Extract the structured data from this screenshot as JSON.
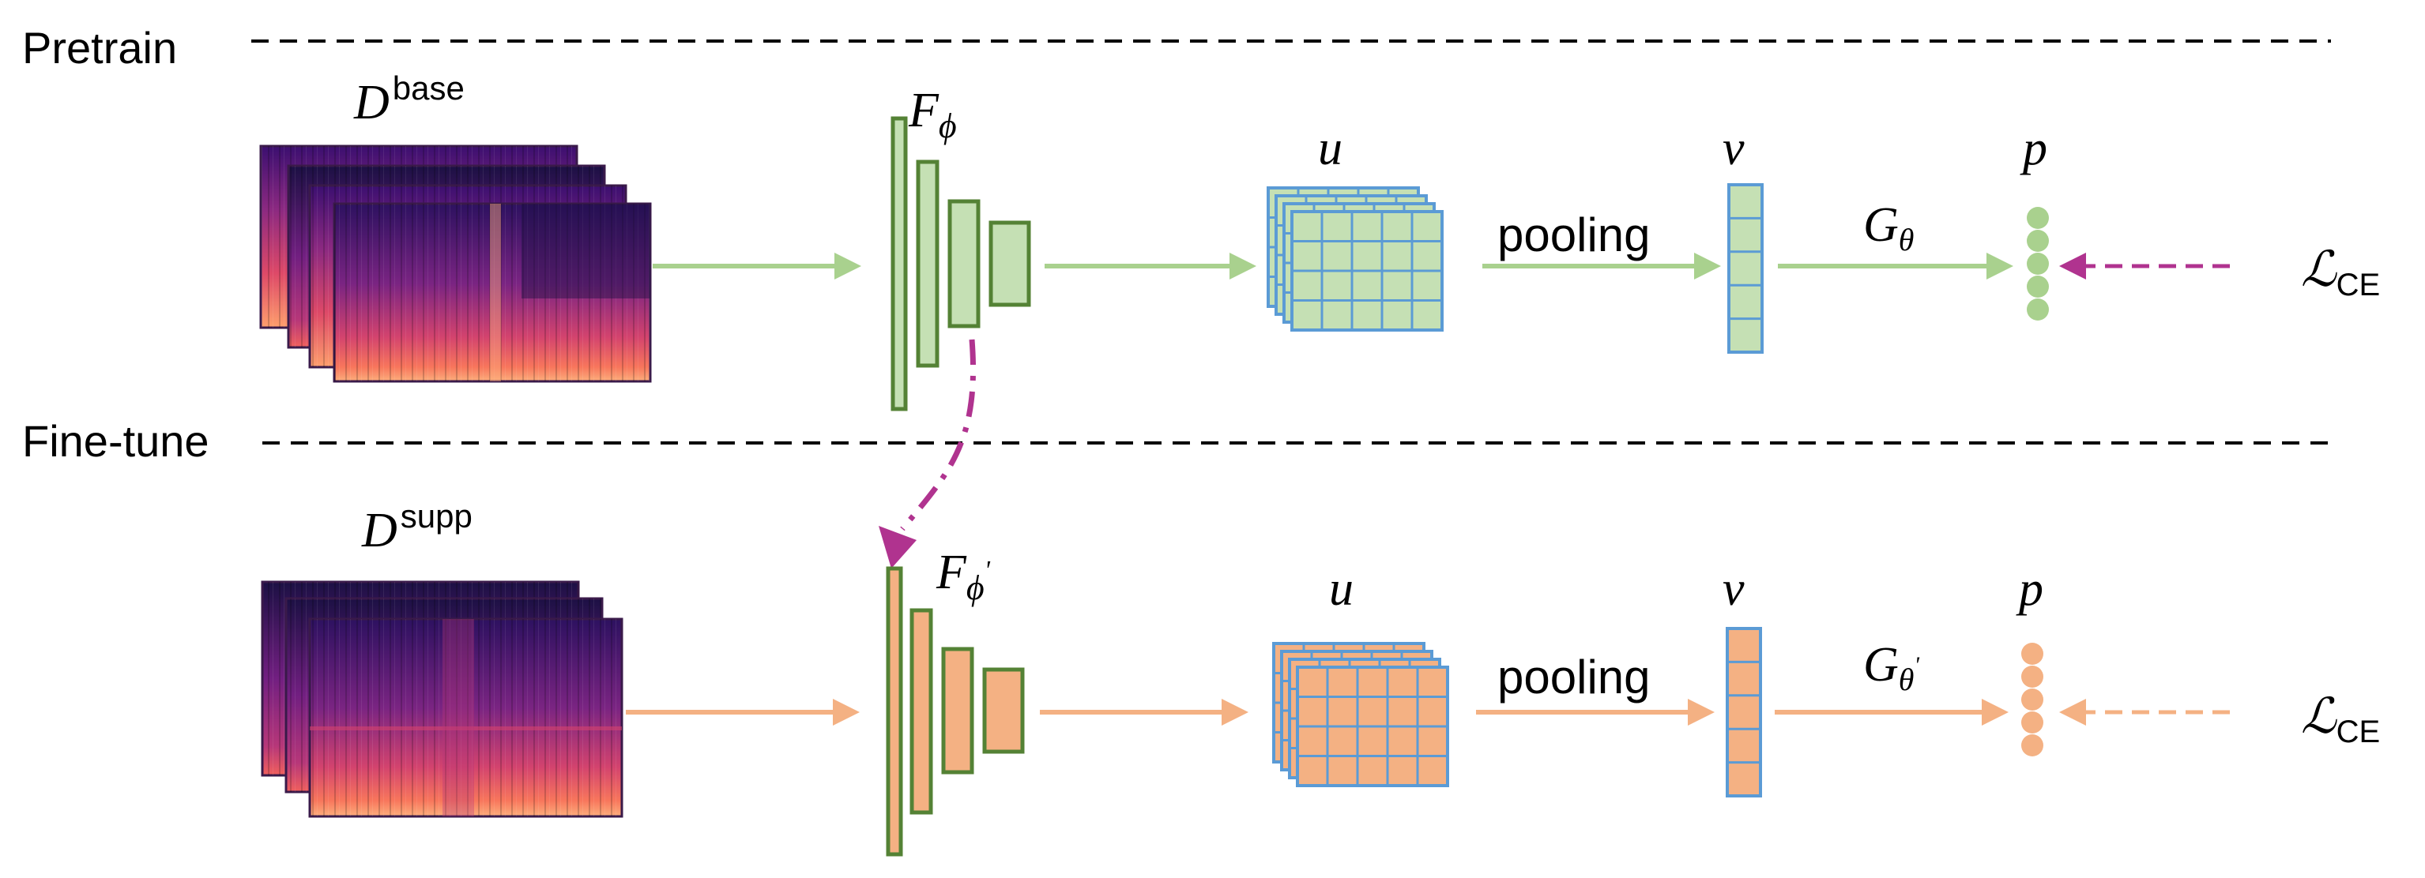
{
  "sections": {
    "pretrain": {
      "label": "Pretrain"
    },
    "finetune": {
      "label": "Fine-tune"
    }
  },
  "labels": {
    "dataset_base_main": "D",
    "dataset_base_sup": "base",
    "dataset_supp_main": "D",
    "dataset_supp_sup": "supp",
    "extractor_main": "F",
    "extractor_sub": "ϕ",
    "extractor_ft_sub": "ϕ",
    "prime": "'",
    "feature_map": "u",
    "vector": "v",
    "pooling": "pooling",
    "classifier_main": "G",
    "classifier_sub": "θ",
    "prediction": "p",
    "loss_main": "ℒ",
    "loss_sub": "CE"
  },
  "colors": {
    "pretrain_arrow": "#a9d18e",
    "pretrain_fill": "#c5e0b4",
    "pretrain_dot": "#a9d18e",
    "finetune_arrow": "#f4b183",
    "finetune_fill": "#f4b183",
    "finetune_dot": "#f4b183",
    "cnn_border": "#548235",
    "grid_border": "#5b9bd5",
    "pretrain_grid_fill": "#c5e0b4",
    "finetune_grid_fill": "#f4b183",
    "transfer_arrow": "#b0338f",
    "divider": "#000000"
  },
  "icons": [
    "spectrogram-stack",
    "cnn-layers",
    "feature-map-grid",
    "pooled-vector",
    "prediction-dots"
  ]
}
